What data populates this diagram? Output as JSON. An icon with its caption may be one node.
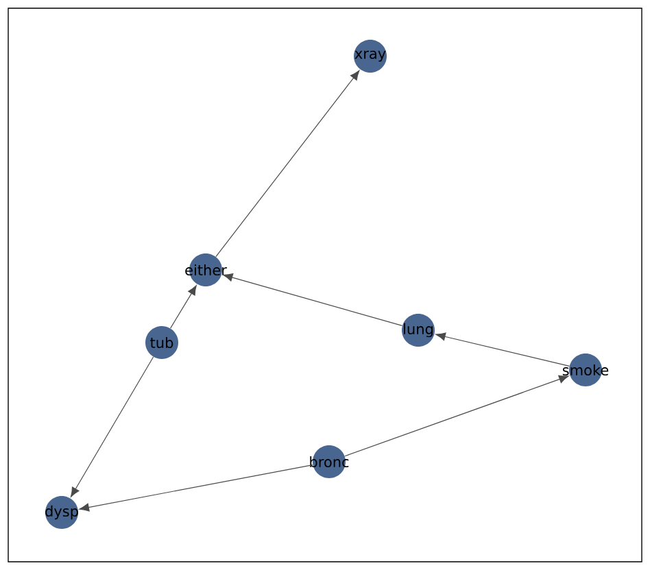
{
  "diagram": {
    "nodes": [
      {
        "text": [
          "xray"
        ]
      },
      {
        "text": [
          "either"
        ]
      },
      {
        "text": [
          "lung"
        ]
      },
      {
        "text": [
          "tub"
        ]
      },
      {
        "text": [
          "smoke"
        ]
      },
      {
        "text": [
          "bronc"
        ]
      },
      {
        "text": [
          "dysp"
        ]
      }
    ],
    "edges": [
      {
        "from": 1,
        "to": 0,
        "arrow": "to"
      },
      {
        "from": 3,
        "to": 1,
        "arrow": "to"
      },
      {
        "from": 2,
        "to": 1,
        "arrow": "to"
      },
      {
        "from": 4,
        "to": 2,
        "arrow": "to"
      },
      {
        "from": 5,
        "to": 4,
        "arrow": "to"
      },
      {
        "from": 5,
        "to": 6,
        "arrow": "to"
      },
      {
        "from": 3,
        "to": 6,
        "arrow": "to"
      }
    ]
  }
}
